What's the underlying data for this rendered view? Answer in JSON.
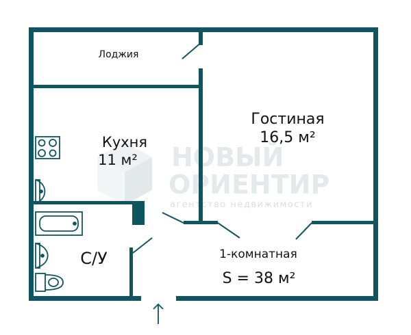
{
  "plan": {
    "wall_color": "#0f5560",
    "window_color": "#cfe3e6",
    "rooms": {
      "loggia": {
        "name": "Лоджия"
      },
      "kitchen": {
        "name": "Кухня",
        "area": "11 м²"
      },
      "living": {
        "name": "Гостиная",
        "area": "16,5 м²"
      },
      "bathroom": {
        "name": "С/У"
      }
    },
    "summary": {
      "type": "1-комнатная",
      "area": "S = 38 м²"
    },
    "entrance_icon": "arrow-up-icon"
  },
  "watermark": {
    "line1": "НОВЫЙ",
    "line2": "ОРИЕНТИР",
    "tagline": "агентство недвижимости",
    "color": "#e4eaec"
  }
}
